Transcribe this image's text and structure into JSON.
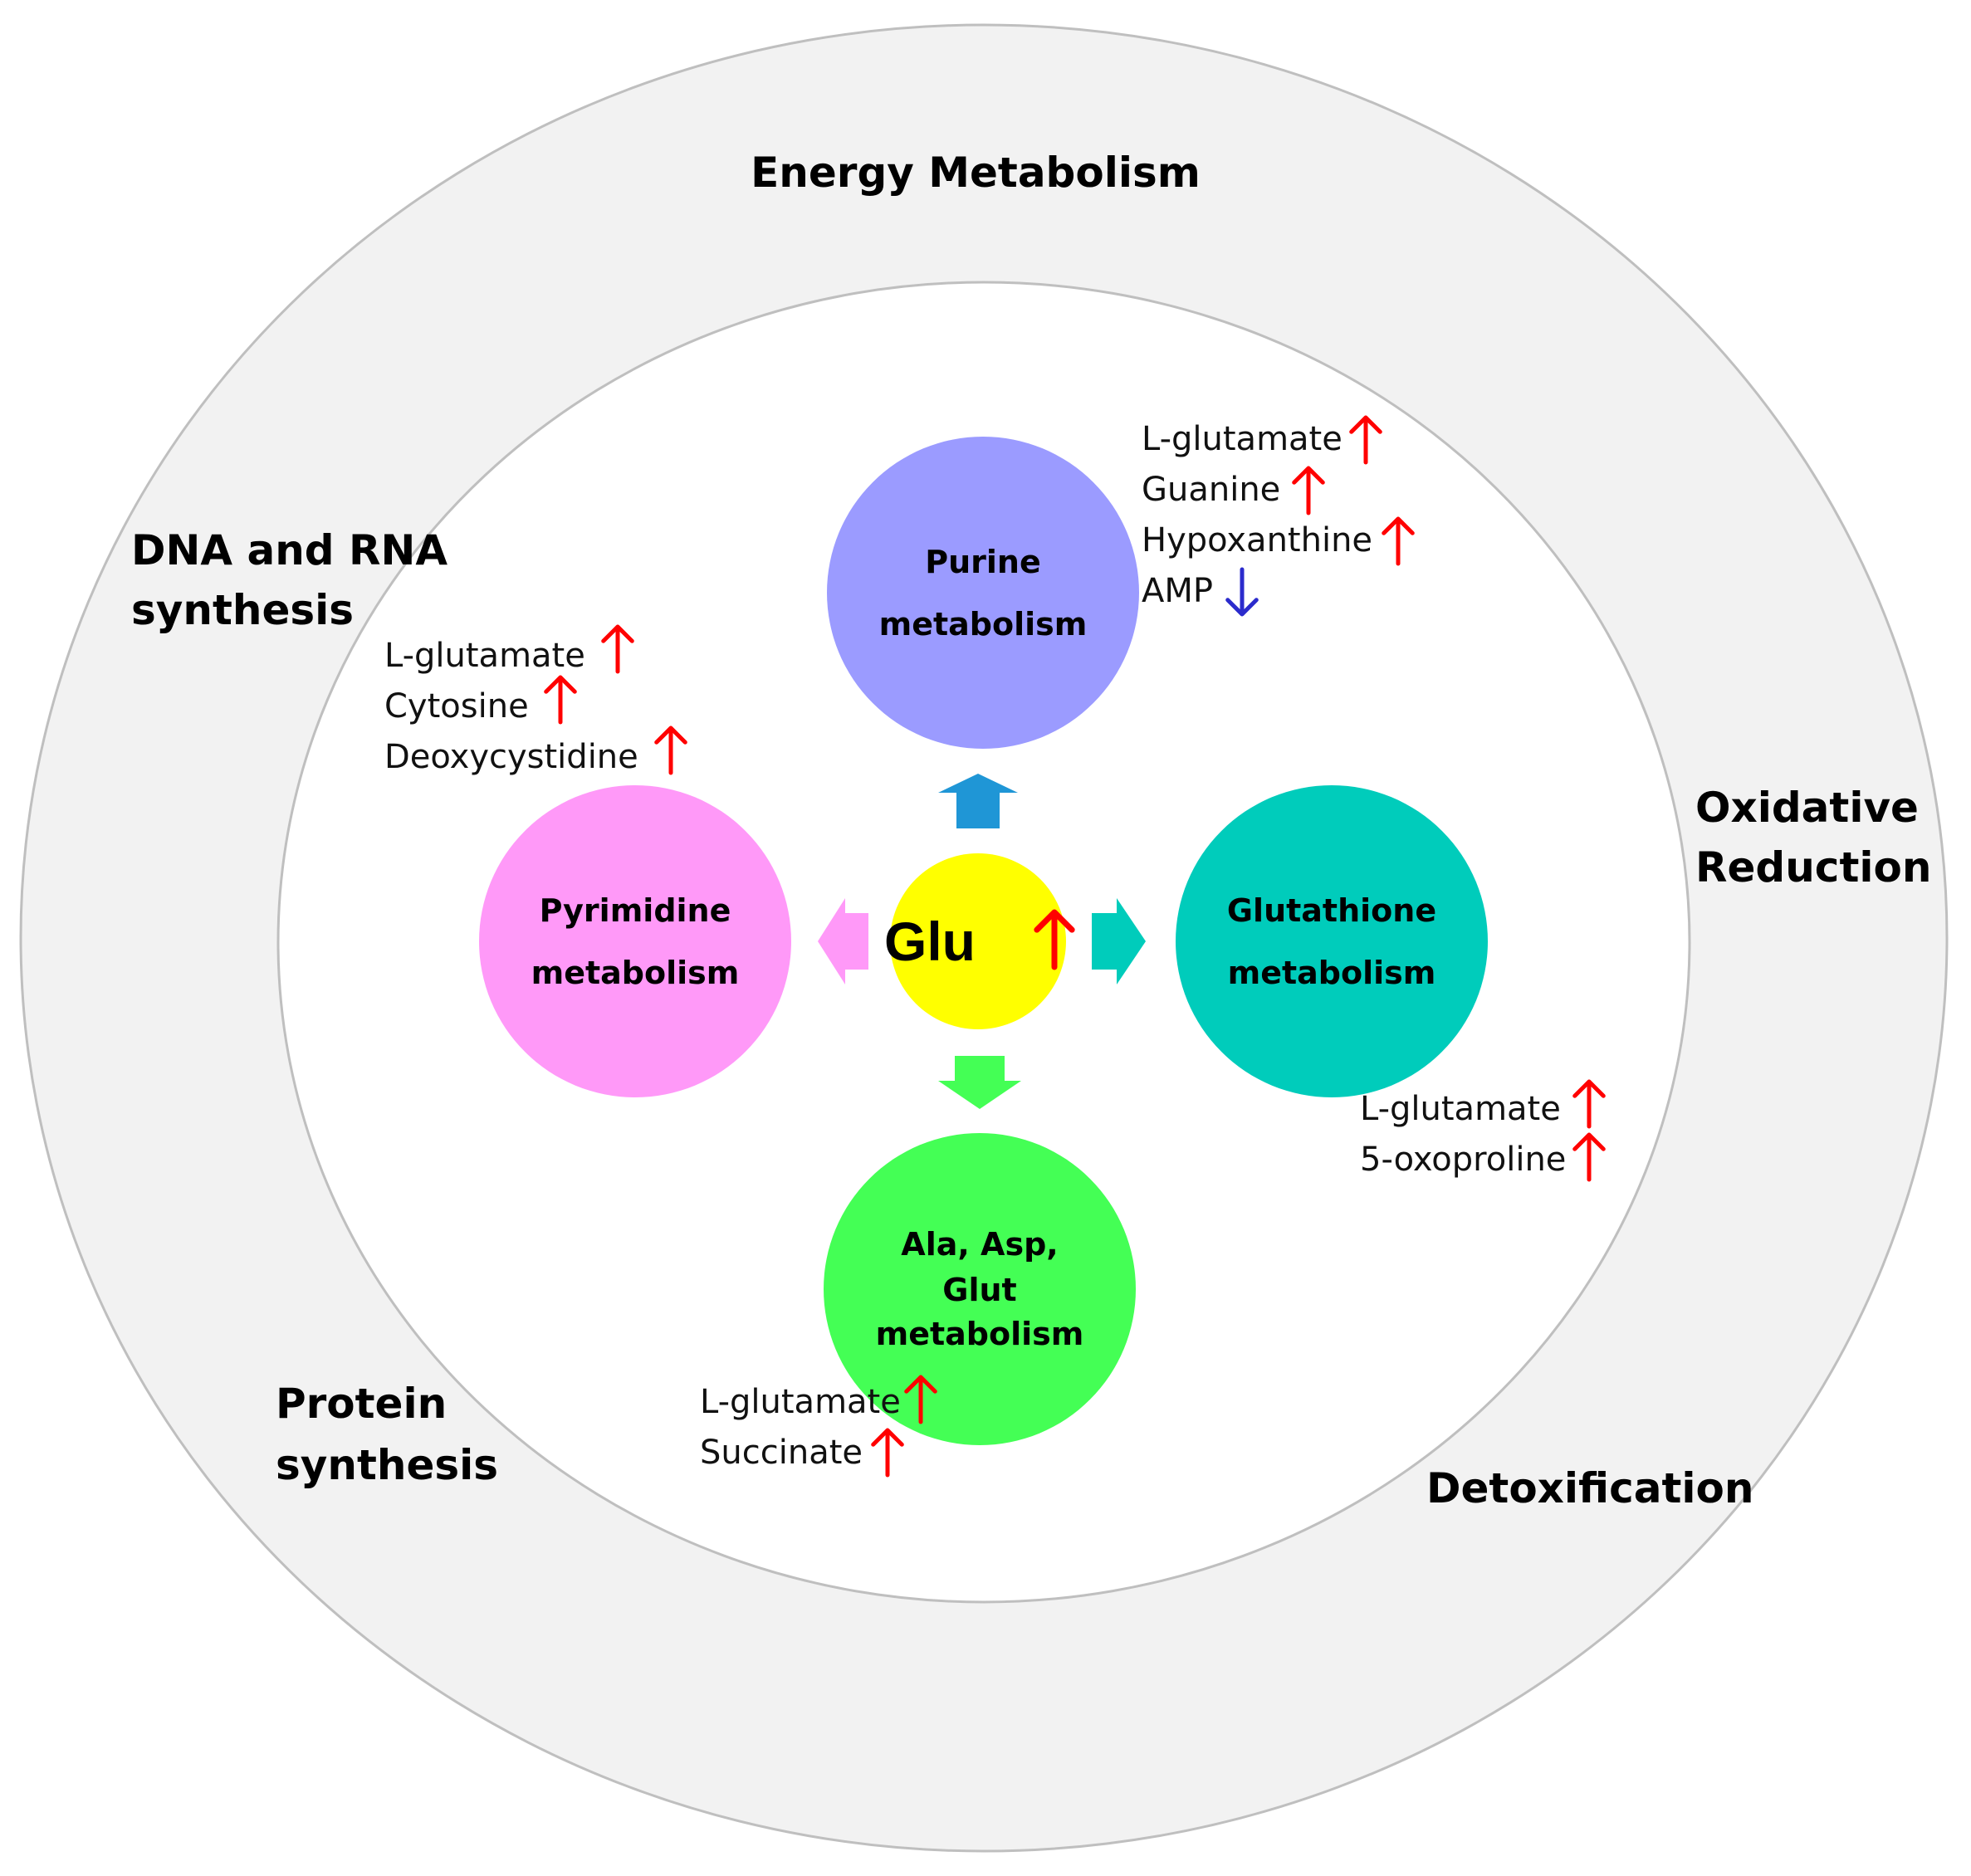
{
  "outer_ring": {
    "labels": {
      "top": "Energy Metabolism",
      "upper_left": [
        "DNA and RNA",
        "synthesis"
      ],
      "right": [
        "Oxidative",
        "Reduction"
      ],
      "lower_left": [
        "Protein",
        "synthesis"
      ],
      "lower_right": "Detoxification"
    }
  },
  "center": {
    "label": "Glu",
    "trend": "up",
    "color": "#ffff00"
  },
  "nodes": {
    "purine": {
      "label": [
        "Purine",
        "metabolism"
      ],
      "color": "#9b9bff",
      "arrow_color": "#1f96d6",
      "metabolites": [
        {
          "name": "L-glutamate",
          "trend": "up"
        },
        {
          "name": "Guanine",
          "trend": "up"
        },
        {
          "name": "Hypoxanthine",
          "trend": "up"
        },
        {
          "name": "AMP",
          "trend": "down"
        }
      ]
    },
    "pyrimidine": {
      "label": [
        "Pyrimidine",
        "metabolism"
      ],
      "color": "#ff99f8",
      "arrow_color": "#ff99f8",
      "metabolites": [
        {
          "name": "L-glutamate",
          "trend": "up"
        },
        {
          "name": "Cytosine",
          "trend": "up"
        },
        {
          "name": "Deoxycystidine",
          "trend": "up"
        }
      ]
    },
    "glutathione": {
      "label": [
        "Glutathione",
        "metabolism"
      ],
      "color": "#00ccbb",
      "arrow_color": "#00ccbb",
      "metabolites": [
        {
          "name": "L-glutamate",
          "trend": "up"
        },
        {
          "name": "5-oxoproline",
          "trend": "up"
        }
      ]
    },
    "ala_asp_glut": {
      "label": [
        "Ala, Asp,",
        "Glut",
        "metabolism"
      ],
      "color": "#44ff55",
      "arrow_color": "#44ff55",
      "metabolites": [
        {
          "name": "L-glutamate",
          "trend": "up"
        },
        {
          "name": "Succinate",
          "trend": "up"
        }
      ]
    }
  },
  "colors": {
    "ring_fill": "#f2f2f2",
    "ring_stroke": "#bfbfbf",
    "up_arrow": "#ff0000",
    "down_arrow": "#2b2bcc"
  }
}
